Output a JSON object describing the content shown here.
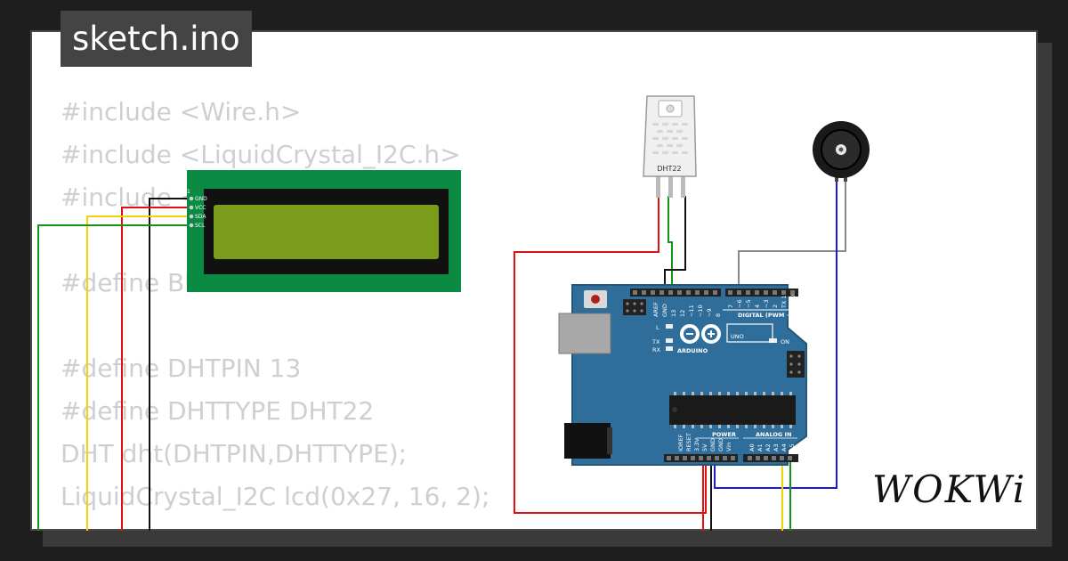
{
  "header": {
    "title": "sketch.ino"
  },
  "code_lines": [
    "#include <Wire.h>",
    "#include <LiquidCrystal_I2C.h>",
    "#include <DHT.h>",
    "",
    "#define BUZZER 6",
    "",
    "#define DHTPIN 13",
    "#define DHTTYPE DHT22",
    "DHT dht(DHTPIN,DHTTYPE);",
    "LiquidCrystal_I2C lcd(0x27, 16, 2);"
  ],
  "lcd": {
    "pins": [
      "GND",
      "VCC",
      "SDA",
      "SCL"
    ],
    "pin1": "1"
  },
  "dht": {
    "label": "DHT22"
  },
  "arduino": {
    "brand": "ARDUINO",
    "model": "UNO",
    "digital_label": "DIGITAL (PWM ~)",
    "power_label": "POWER",
    "analog_label": "ANALOG IN",
    "on_label": "ON",
    "l_label": "L",
    "tx_label": "TX",
    "rx_label": "RX",
    "header_pins_top": [
      "AREF",
      "GND",
      "13",
      "12",
      "~11",
      "~10",
      "~9",
      "8",
      "7",
      "~6",
      "~5",
      "4",
      "~3",
      "2",
      "TX 1",
      "RX 0"
    ],
    "power_pins": [
      "IOREF",
      "RESET",
      "3.3V",
      "5V",
      "GND",
      "GND",
      "Vin"
    ],
    "analog_pins": [
      "A0",
      "A1",
      "A2",
      "A3",
      "A4",
      "A5"
    ]
  },
  "brand_logo": "WOKWi",
  "colors": {
    "wire_red": "#e01010",
    "wire_black": "#111111",
    "wire_green": "#149414",
    "wire_yellow": "#f2d400",
    "wire_blue": "#1a1ad8",
    "wire_gray": "#8a8a8a",
    "board_blue": "#2f6e9a",
    "lcd_green": "#0b8a43"
  }
}
